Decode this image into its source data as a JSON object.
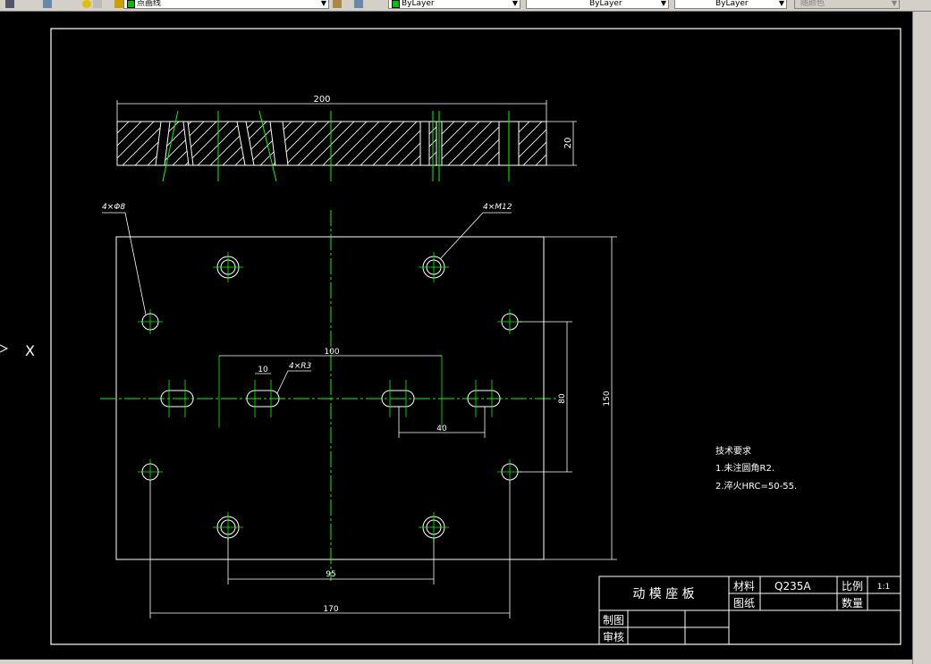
{
  "toolbar": {
    "layer_combo_value": "点画线",
    "color_combo_value": "ByLayer",
    "linetype_combo_value": "ByLayer",
    "lineweight_combo_value": "ByLayer",
    "plotstyle_combo_value": "随颜色"
  },
  "drawing": {
    "ucs_label": "X",
    "dims": {
      "top_width": "200",
      "top_thickness": "20",
      "hole_small": "4×Φ8",
      "hole_tapped": "4×M12",
      "slot_span": "100",
      "slot_width": "10",
      "slot_radius": "4×R3",
      "slot_spacing": "40",
      "hole_vertical": "80",
      "plate_height": "150",
      "tapped_spacing": "95",
      "small_spacing": "170"
    },
    "notes": {
      "title": "技术要求",
      "line1": "1.未注圆角R2.",
      "line2": "2.淬火HRC=50-55."
    },
    "title_block": {
      "part_name": "动 模 座 板",
      "material_label": "材料",
      "material_value": "Q235A",
      "scale_label": "比例",
      "scale_value": "1:1",
      "drawing_no_label": "图纸",
      "quantity_label": "数量",
      "drawn_label": "制图",
      "checked_label": "审核"
    }
  },
  "colors": {
    "background": "#000000",
    "linework": "#ffffff",
    "centerline": "#00ff00"
  }
}
